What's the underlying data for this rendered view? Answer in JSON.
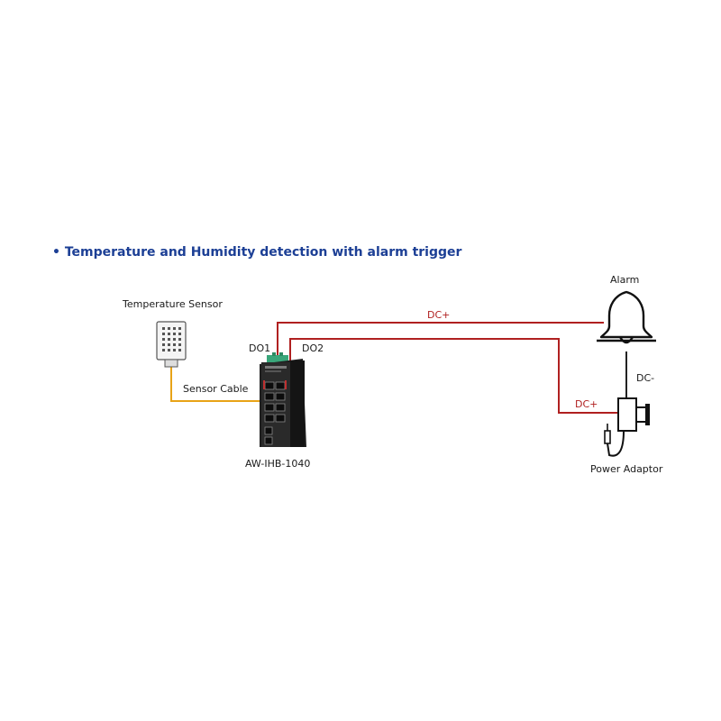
{
  "heading": "• Temperature and Humidity detection with alarm trigger",
  "labels": {
    "temperature_sensor": "Temperature Sensor",
    "sensor_cable": "Sensor Cable",
    "device": "AW-IHB-1040",
    "do1": "DO1",
    "do2": "DO2",
    "dc_plus_top": "DC+",
    "dc_plus_adaptor": "DC+",
    "dc_minus": "DC-",
    "alarm": "Alarm",
    "power_adaptor": "Power Adaptor"
  },
  "colors": {
    "heading": "#1c3f95",
    "dc_wire": "#b02020",
    "sensor_cable": "#e8a317",
    "neutral_wire": "#222222",
    "device_body": "#1e1e1e",
    "terminal_block": "#3aa67a"
  }
}
